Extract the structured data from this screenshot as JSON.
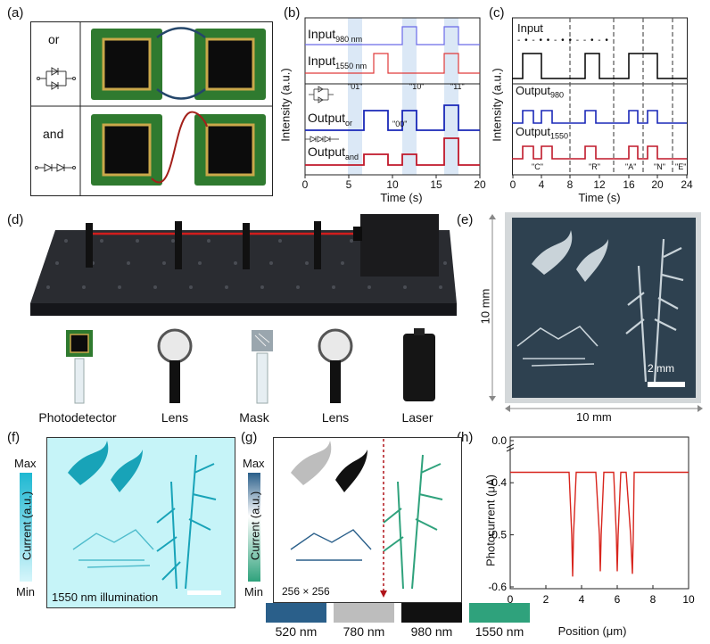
{
  "panels": {
    "a": "(a)",
    "b": "(b)",
    "c": "(c)",
    "d": "(d)",
    "e": "(e)",
    "f": "(f)",
    "g": "(g)",
    "h": "(h)"
  },
  "panel_a": {
    "row1_label": "or",
    "row2_label": "and"
  },
  "panel_b": {
    "ylabel": "Intensity (a.u.)",
    "xlabel": "Time (s)",
    "xticks": [
      "0",
      "5",
      "10",
      "15",
      "20"
    ],
    "trace_input980_main": "Input",
    "trace_input980_sub": "980 nm",
    "trace_input1550_main": "Input",
    "trace_input1550_sub": "1550 nm",
    "trace_or_main": "Output",
    "trace_or_sub": "or",
    "trace_and_main": "Output",
    "trace_and_sub": "and",
    "state_01": "\"01\"",
    "state_10": "\"10\"",
    "state_11": "\"11\"",
    "state_00": "\"00\"",
    "colors": {
      "input980": "#6a6ae8",
      "input1550": "#e03a3a",
      "or": "#1a28b8",
      "and": "#c0182a",
      "band": "#dbe8f6"
    }
  },
  "panel_c": {
    "ylabel": "Intensity (a.u.)",
    "xlabel": "Time (s)",
    "xticks": [
      "0",
      "4",
      "8",
      "12",
      "16",
      "20",
      "24"
    ],
    "input_label": "Input",
    "morse": "- • - • • - • • - - • - •",
    "out980_main": "Output",
    "out980_sub": "980",
    "out1550_main": "Output",
    "out1550_sub": "1550",
    "letters": [
      "\"C\"",
      "\"R\"",
      "\"A\"",
      "\"N\"",
      "\"E\""
    ]
  },
  "panel_d": {
    "components": [
      "Photodetector",
      "Lens",
      "Mask",
      "Lens",
      "Laser"
    ]
  },
  "panel_e": {
    "side_label": "10 mm",
    "bottom_label": "10 mm",
    "scale_bar": "2 mm"
  },
  "panel_f": {
    "max": "Max",
    "min": "Min",
    "bar_label": "Current (a.u.)",
    "illumination": "1550 nm illumination"
  },
  "panel_g": {
    "max": "Max",
    "min": "Min",
    "bar_label": "Current (a.u.)",
    "pixels": "256 × 256",
    "legend": [
      {
        "label": "520 nm",
        "color": "#2a5f8a"
      },
      {
        "label": "780 nm",
        "color": "#bdbdbd"
      },
      {
        "label": "980 nm",
        "color": "#111111"
      },
      {
        "label": "1550 nm",
        "color": "#2fa27c"
      }
    ]
  },
  "chart_data": [
    {
      "type": "line",
      "xlabel": "Position (μm)",
      "ylabel": "Photocurrent (μA)",
      "xlim": [
        0,
        10
      ],
      "ylim": [
        -0.6,
        0.0
      ],
      "xticks": [
        "0",
        "2",
        "4",
        "6",
        "8",
        "10"
      ],
      "yticks": [
        "0.0",
        "-0.4",
        "-0.5",
        "-0.6"
      ],
      "axis_break": true,
      "series": [
        {
          "x": [
            0,
            3.3,
            3.45,
            3.5,
            3.55,
            3.7,
            4.8,
            5.0,
            5.05,
            5.1,
            5.25,
            5.8,
            5.95,
            6.0,
            6.05,
            6.2,
            6.5,
            6.75,
            6.85,
            6.9,
            6.95,
            7.1,
            10
          ],
          "y": [
            -0.38,
            -0.38,
            -0.5,
            -0.58,
            -0.5,
            -0.38,
            -0.38,
            -0.5,
            -0.57,
            -0.5,
            -0.38,
            -0.38,
            -0.5,
            -0.57,
            -0.5,
            -0.38,
            -0.38,
            -0.5,
            -0.575,
            -0.5,
            -0.38,
            -0.38,
            -0.38
          ],
          "color": "#d8251d"
        }
      ]
    }
  ]
}
